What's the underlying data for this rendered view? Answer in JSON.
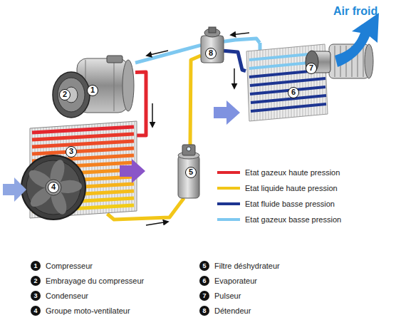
{
  "diagram": {
    "nodes": [
      {
        "text": [
          "1"
        ]
      },
      {
        "text": [
          "2"
        ]
      },
      {
        "text": [
          "3"
        ]
      },
      {
        "text": [
          "4"
        ]
      },
      {
        "text": [
          "5"
        ]
      },
      {
        "text": [
          "6"
        ]
      },
      {
        "text": [
          "7"
        ]
      },
      {
        "text": [
          "8"
        ]
      }
    ],
    "edges": [
      {
        "from": 0,
        "to": 2,
        "arrow": "none"
      },
      {
        "from": 2,
        "to": 4,
        "arrow": "none"
      },
      {
        "from": 4,
        "to": 7,
        "arrow": "none"
      },
      {
        "from": 7,
        "to": 5,
        "arrow": "none"
      },
      {
        "from": 5,
        "to": 7,
        "arrow": "none"
      },
      {
        "from": 7,
        "to": 0,
        "arrow": "none"
      }
    ],
    "labels": [
      "Air froid",
      "1",
      "Compresseur",
      "2",
      "Embrayage du compresseur",
      "3",
      "Condenseur",
      "4",
      "Groupe moto-ventilateur",
      "5",
      "Filtre déshydrateur",
      "6",
      "Evaporateur",
      "7",
      "Pulseur",
      "8",
      "Détendeur"
    ],
    "legend": [
      {
        "text": "Etat gazeux haute pression",
        "color": "#e3262e"
      },
      {
        "text": "Etat liquide haute pression",
        "color": "#f2c618"
      },
      {
        "text": "Etat fluide basse pression",
        "color": "#1d3591"
      },
      {
        "text": "Etat gazeux basse pression",
        "color": "#7ec8f0"
      }
    ]
  }
}
